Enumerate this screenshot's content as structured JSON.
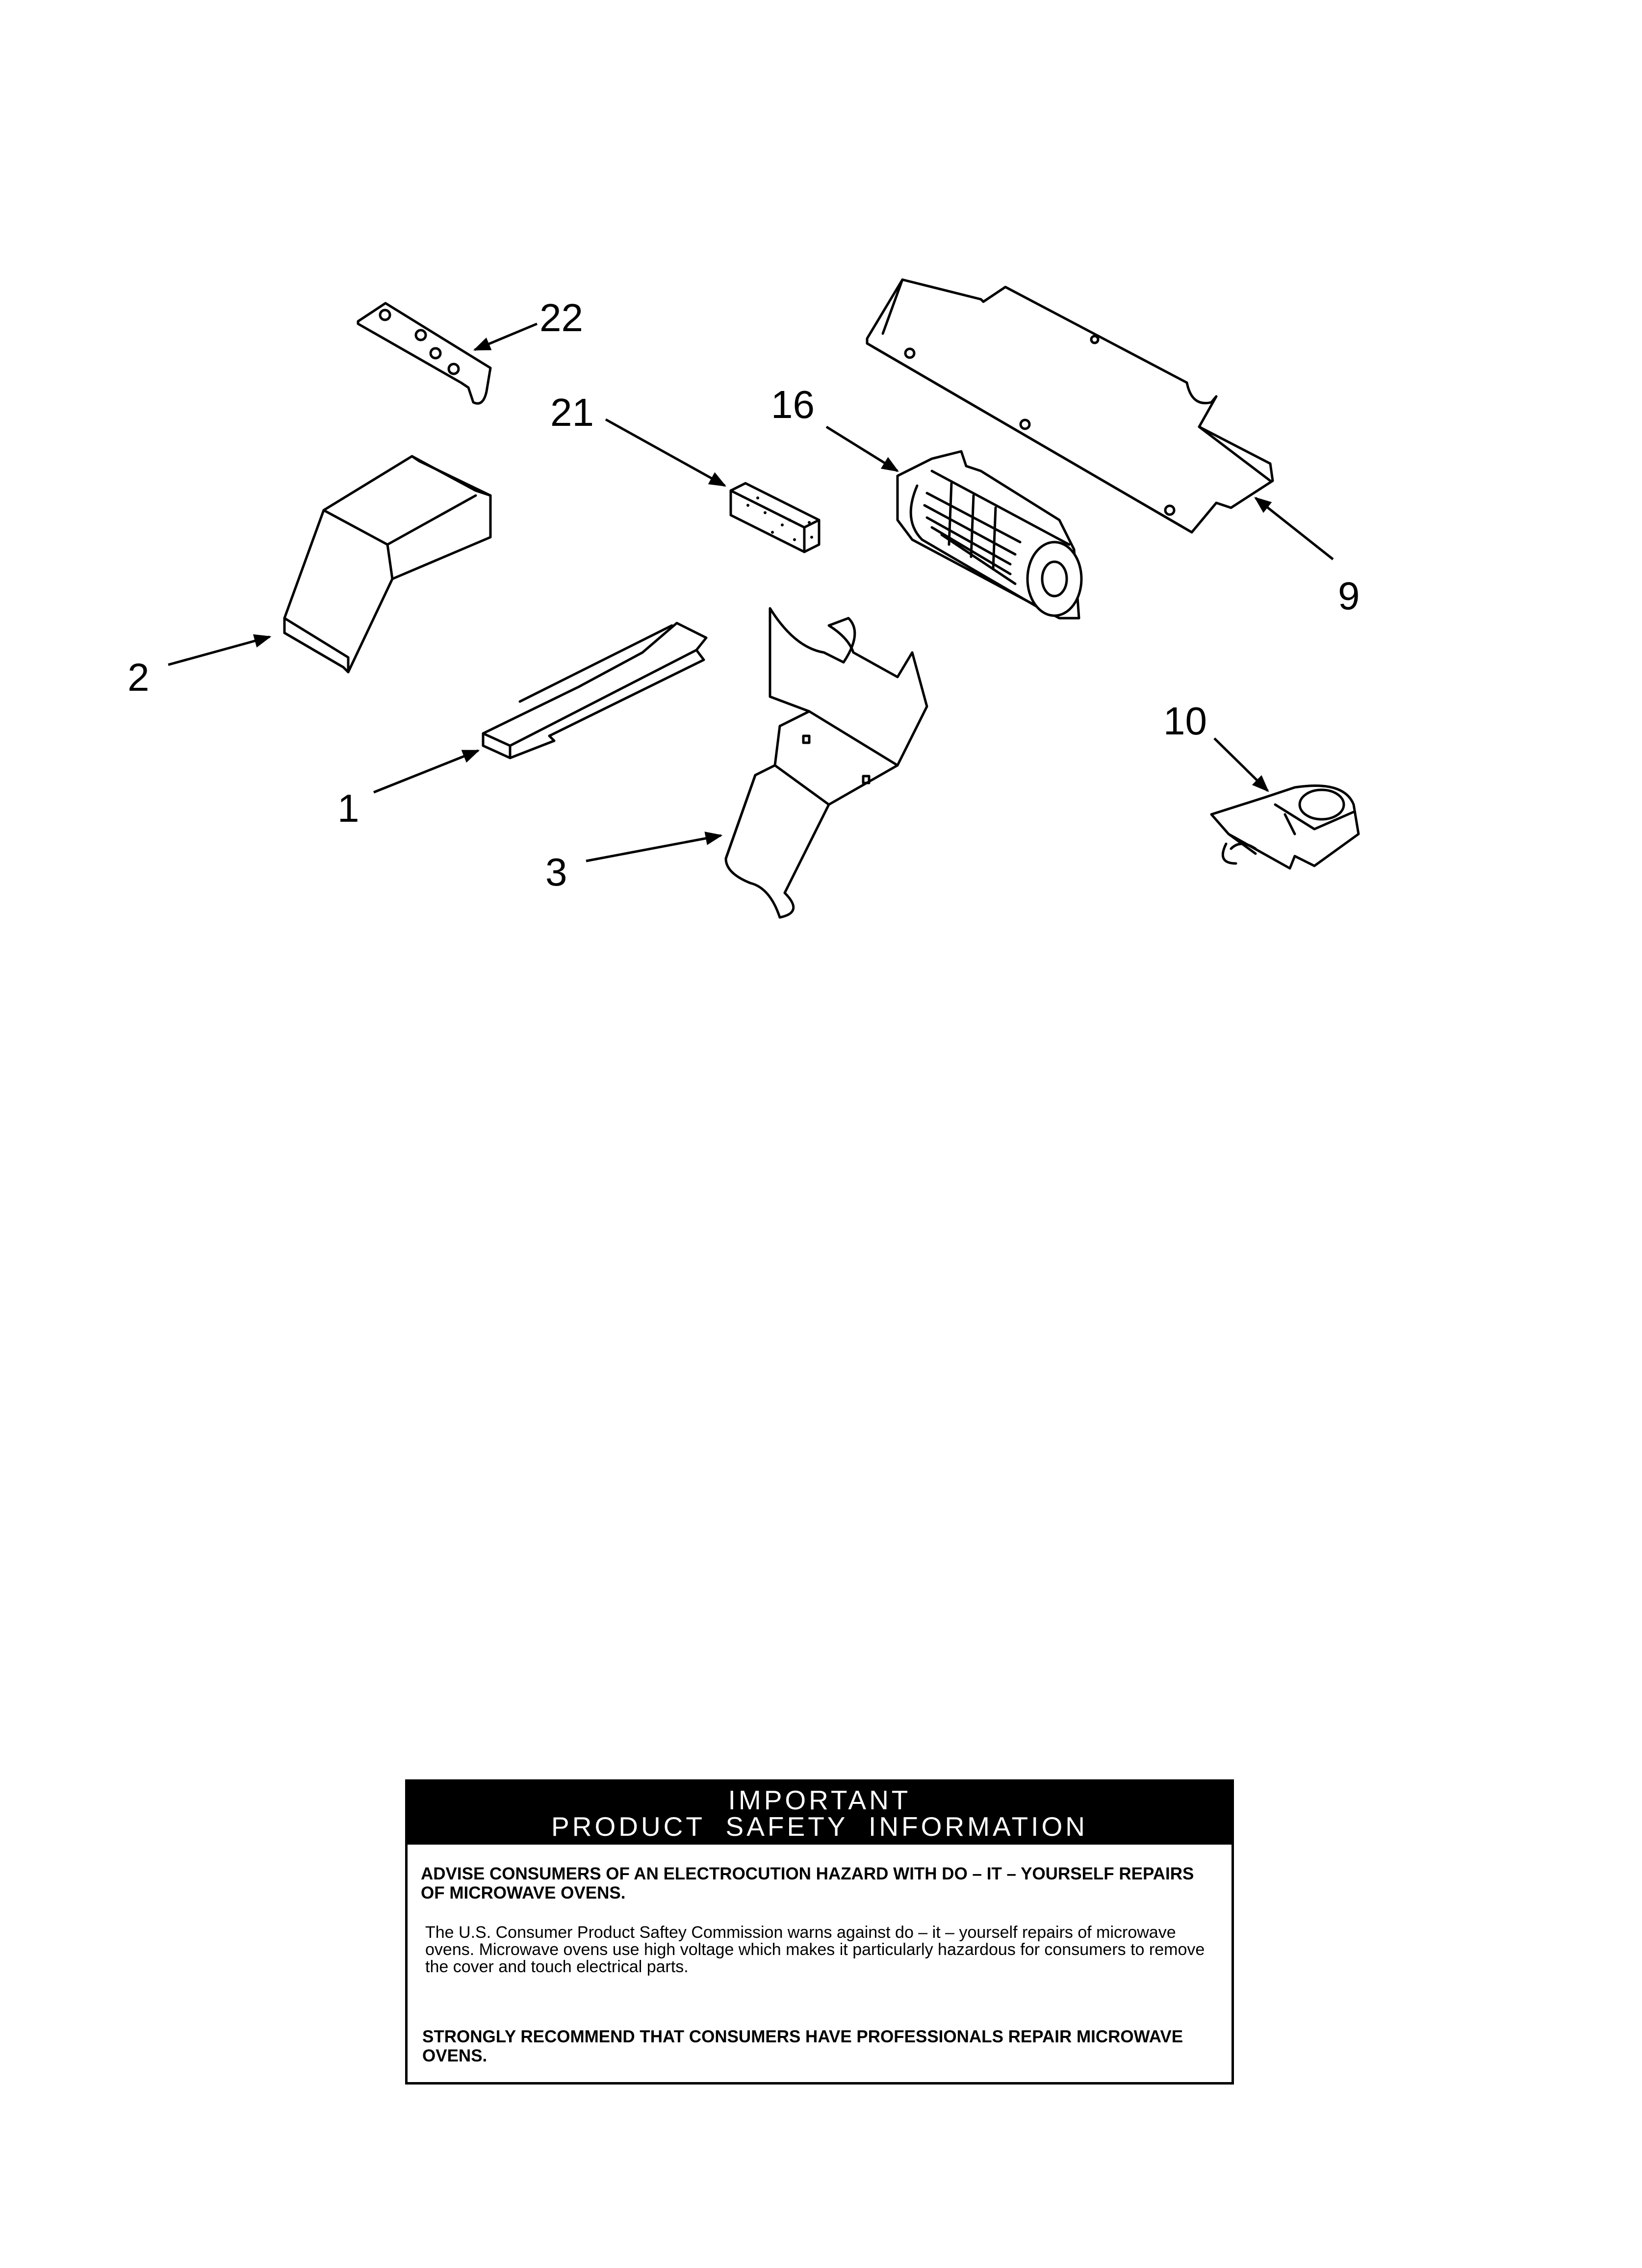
{
  "callouts": [
    {
      "id": "22",
      "label": "22"
    },
    {
      "id": "21",
      "label": "21"
    },
    {
      "id": "16",
      "label": "16"
    },
    {
      "id": "9",
      "label": "9"
    },
    {
      "id": "2",
      "label": "2"
    },
    {
      "id": "1",
      "label": "1"
    },
    {
      "id": "10",
      "label": "10"
    },
    {
      "id": "3",
      "label": "3"
    }
  ],
  "safety": {
    "header_line1": "IMPORTANT",
    "header_line2": "PRODUCT  SAFETY  INFORMATION",
    "warning": "ADVISE CONSUMERS OF AN ELECTROCUTION HAZARD WITH DO – IT – YOURSELF REPAIRS OF MICROWAVE OVENS.",
    "body": "The U.S. Consumer Product Saftey Commission warns against do – it – yourself repairs of microwave ovens. Microwave ovens use high voltage which makes it particularly hazardous for consumers to remove the cover and touch electrical parts.",
    "recommendation": "STRONGLY RECOMMEND THAT CONSUMERS HAVE PROFESSIONALS REPAIR MICROWAVE OVENS."
  }
}
